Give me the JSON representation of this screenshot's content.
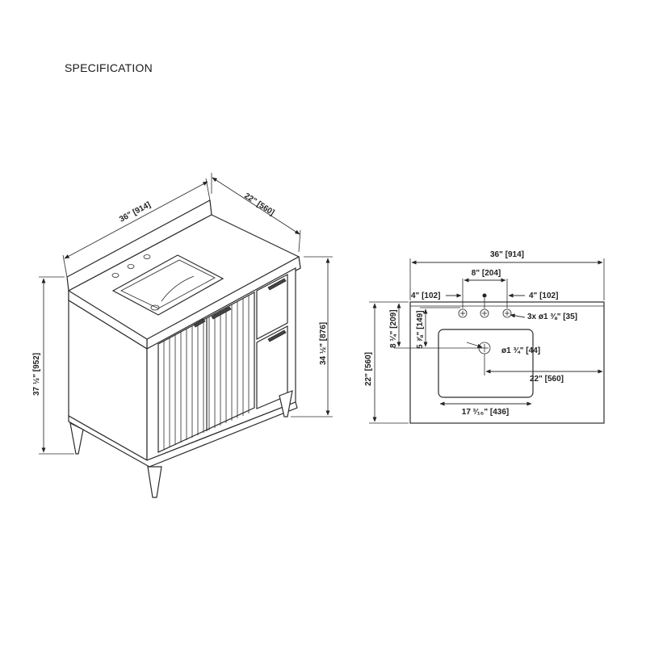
{
  "title": "SPECIFICATION",
  "perspective_view": {
    "width_label": "36\" [914]",
    "depth_label": "22\" [560]",
    "total_height_label": "37 ½\" [952]",
    "cabinet_height_label": "34 ½\" [876]"
  },
  "top_view": {
    "overall_width_label": "36\" [914]",
    "faucet_spread_label": "8\" [204]",
    "left_offset_label": "4\" [102]",
    "right_offset_label": "4\" [102]",
    "faucet_holes_label": "3x ø1 ⅜\" [35]",
    "back_to_basin_label": "8 ¼\" [209]",
    "basin_depth_to_drain_label": "5 ⅞\" [149]",
    "drain_label": "ø1 ¾\" [44]",
    "drain_to_side_label": "22\" [560]",
    "basin_width_label": "17 ³⁄₁₆\" [436]",
    "overall_depth_label": "22\" [560]"
  }
}
